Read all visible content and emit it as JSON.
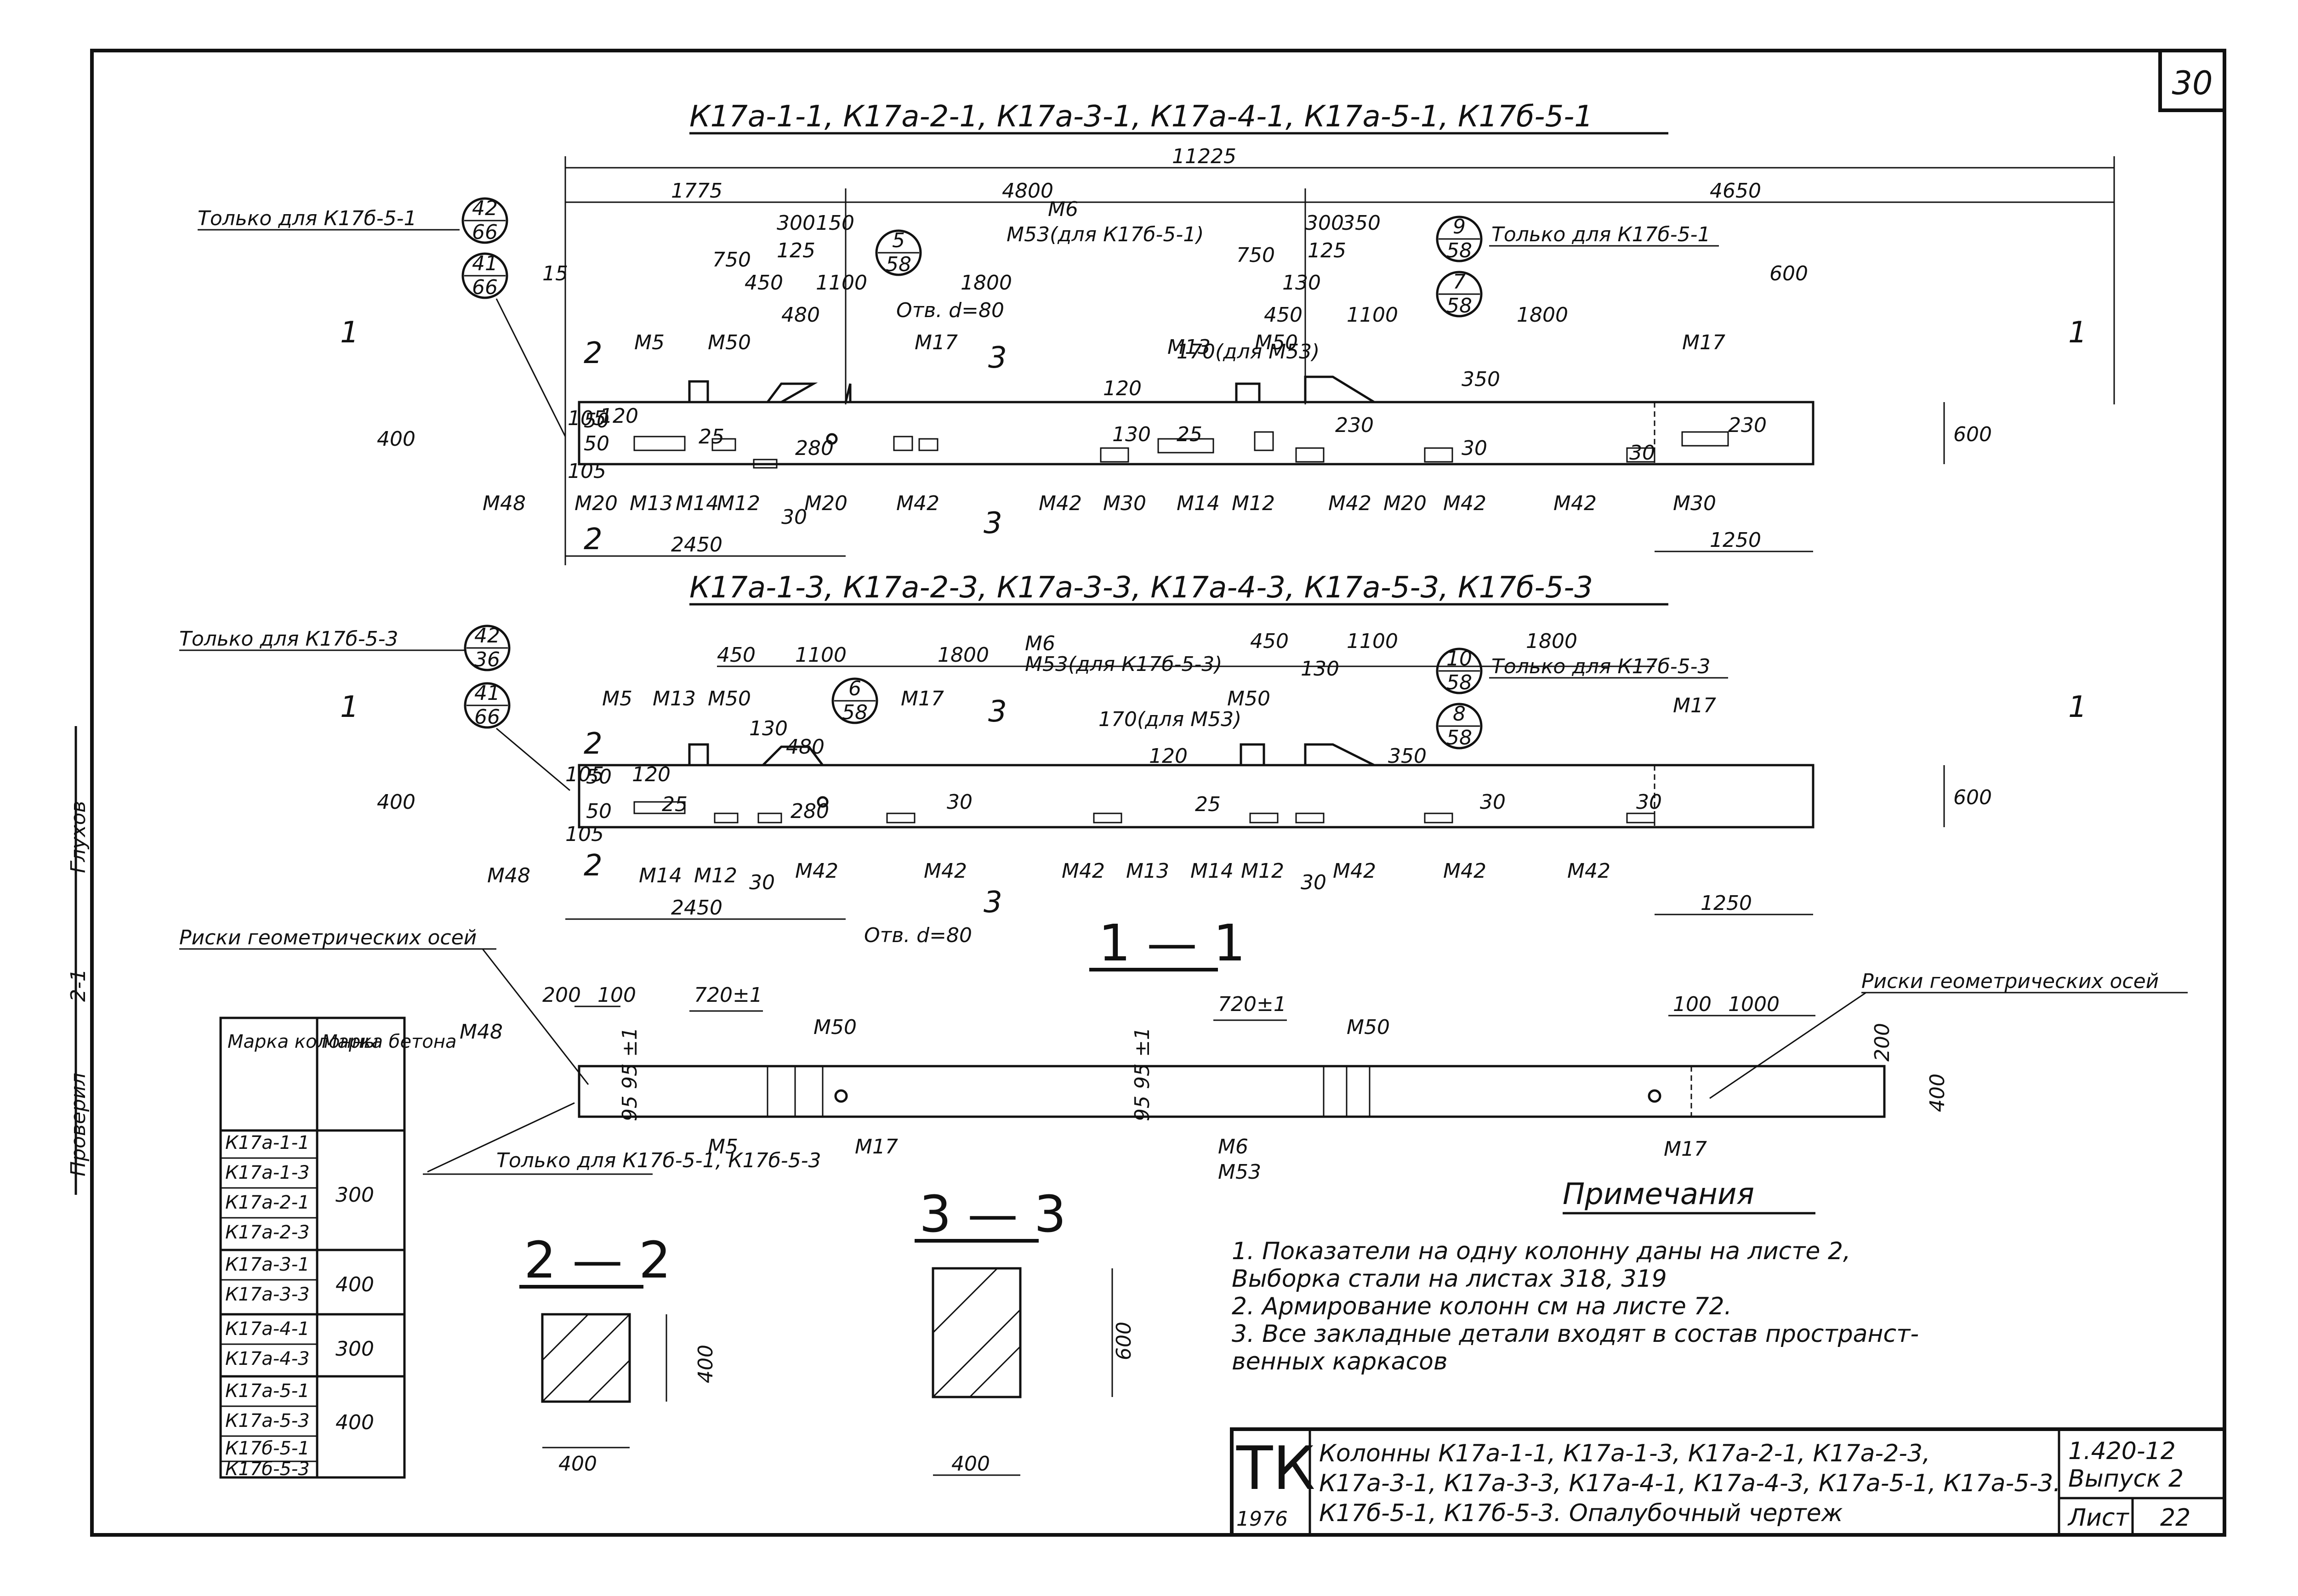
{
  "sheet_number": "30",
  "elevation_a": {
    "title": "К17а-1-1, К17а-2-1, К17а-3-1, К17а-4-1, К17а-5-1, К17б-5-1",
    "only_for": "Только для К17б-5-1",
    "only_for_right": "Только для К17б-5-1",
    "overall": "11225",
    "dims_top": [
      "1775",
      "4800",
      "4650"
    ],
    "dims_mid": [
      "750",
      "450",
      "480",
      "1100",
      "1800",
      "750",
      "450",
      "1100",
      "1800",
      "600"
    ],
    "small_dims": [
      "300",
      "150",
      "125",
      "300",
      "350",
      "125",
      "130",
      "15",
      "105",
      "50",
      "50",
      "105",
      "120",
      "25",
      "280",
      "120",
      "170(для М53)",
      "25",
      "230",
      "350",
      "30",
      "230",
      "30",
      "130",
      "30"
    ],
    "height": "600",
    "width": "400",
    "bottom_dims": [
      "2450",
      "1250"
    ],
    "hole": "Отв. d=80",
    "m6": "М6",
    "m53": "М53(для К17б-5-1)",
    "circles": [
      {
        "top": "42",
        "bottom": "66"
      },
      {
        "top": "41",
        "bottom": "66"
      },
      {
        "top": "5",
        "bottom": "58"
      },
      {
        "top": "9",
        "bottom": "58"
      },
      {
        "top": "7",
        "bottom": "58"
      }
    ],
    "top_marks": [
      "М5",
      "М50",
      "М17",
      "М13",
      "М50",
      "М17"
    ],
    "bottom_marks": [
      "М48",
      "М20",
      "М13",
      "М14",
      "М12",
      "М20",
      "М42",
      "М42",
      "М30",
      "М14",
      "М12",
      "М42",
      "М20",
      "М42",
      "М42",
      "М30"
    ],
    "section_marks": [
      "1",
      "1",
      "2",
      "2",
      "3",
      "3"
    ]
  },
  "elevation_b": {
    "title": "К17а-1-3, К17а-2-3, К17а-3-3, К17а-4-3, К17а-5-3, К17б-5-3",
    "only_for": "Только для К17б-5-3",
    "only_for_right": "Только для К17б-5-3",
    "dims_mid": [
      "450",
      "1100",
      "1800",
      "450",
      "1100",
      "1800"
    ],
    "small_dims": [
      "130",
      "480",
      "120",
      "170(для М53)",
      "130",
      "350",
      "105",
      "50",
      "50",
      "105",
      "120",
      "25",
      "280",
      "30",
      "30",
      "25",
      "30",
      "30",
      "30"
    ],
    "height": "600",
    "width": "400",
    "bottom_dims": [
      "2450",
      "1250"
    ],
    "hole": "Отв. d=80",
    "m6": "М6",
    "m53": "М53(для К17б-5-3)",
    "circles": [
      {
        "top": "42",
        "bottom": "36"
      },
      {
        "top": "41",
        "bottom": "66"
      },
      {
        "top": "6",
        "bottom": "58"
      },
      {
        "top": "10",
        "bottom": "58"
      },
      {
        "top": "8",
        "bottom": "58"
      }
    ],
    "top_marks": [
      "М5",
      "М13",
      "М50",
      "М17",
      "М50",
      "М17"
    ],
    "bottom_marks": [
      "М48",
      "М14",
      "М12",
      "М42",
      "М42",
      "М42",
      "М13",
      "М14",
      "М12",
      "М42",
      "М42",
      "М42"
    ],
    "section_marks": [
      "1",
      "1",
      "2",
      "2",
      "3",
      "3"
    ]
  },
  "plan": {
    "title": "1 — 1",
    "axis_note_left": "Риски геометрических осей",
    "axis_note_right": "Риски геометрических осей",
    "dims": [
      "200",
      "100",
      "720±1",
      "720±1",
      "100",
      "1000",
      "200",
      "400"
    ],
    "marks": [
      "М48",
      "М50",
      "М50",
      "М5",
      "М17",
      "М6",
      "М53",
      "М17"
    ],
    "side_dims": [
      "95 95 ±1",
      "95 95 ±1"
    ],
    "only_for": "Только для К17б-5-1, К17б-5-3"
  },
  "table": {
    "col1": "Марка колонны",
    "col2": "Марка бетона",
    "rows": [
      {
        "marks": [
          "К17а-1-1",
          "К17а-1-3",
          "К17а-2-1",
          "К17а-2-3"
        ],
        "concrete": "300"
      },
      {
        "marks": [
          "К17а-3-1",
          "К17а-3-3"
        ],
        "concrete": "400"
      },
      {
        "marks": [
          "К17а-4-1",
          "К17а-4-3"
        ],
        "concrete": "300"
      },
      {
        "marks": [
          "К17а-5-1",
          "К17а-5-3",
          "К17б-5-1",
          "К17б-5-3"
        ],
        "concrete": "400"
      }
    ]
  },
  "section22": {
    "title": "2 — 2",
    "w": "400",
    "h": "400"
  },
  "section33": {
    "title": "3 — 3",
    "w": "400",
    "h": "600"
  },
  "notes": {
    "title": "Примечания",
    "items": [
      "1. Показатели на одну колонну даны на листе 2,",
      "   Выборка стали на листах 318, 319",
      "2. Армирование колонн см на листе 72.",
      "3. Все закладные детали входят в состав пространст-",
      "   венных каркасов"
    ]
  },
  "stamp": {
    "org": "ТК",
    "year": "1976",
    "title_lines": [
      "Колонны К17а-1-1, К17а-1-3, К17а-2-1, К17а-2-3,",
      "К17а-3-1, К17а-3-3, К17а-4-1, К17а-4-3, К17а-5-1, К17а-5-3.",
      "К17б-5-1, К17б-5-3.  Опалубочный чертеж"
    ],
    "code": "1.420-12",
    "issue": "Выпуск 2",
    "sheet_label": "Лист",
    "sheet": "22"
  },
  "margin": [
    "Глухов",
    "2-1",
    "Проверил"
  ]
}
